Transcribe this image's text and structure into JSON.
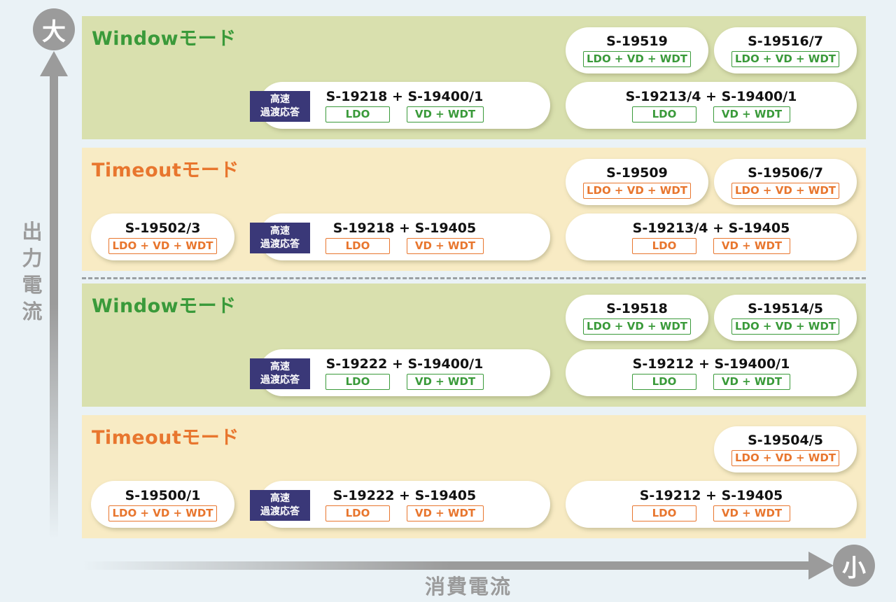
{
  "axes": {
    "y_label": "出力電流",
    "y_high": "大",
    "x_label": "消費電流",
    "x_low": "小"
  },
  "badge": {
    "line1": "高速",
    "line2": "過渡応答"
  },
  "panels": [
    {
      "mode": "Windowモード",
      "type": "window",
      "cards": [
        {
          "title": "S-19519",
          "tags": [
            "LDO + VD + WDT"
          ]
        },
        {
          "title": "S-19516/7",
          "tags": [
            "LDO + VD + WDT"
          ]
        },
        {
          "title": "S-19218 + S-19400/1",
          "tags": [
            "LDO",
            "VD + WDT"
          ],
          "badge": true
        },
        {
          "title": "S-19213/4 + S-19400/1",
          "tags": [
            "LDO",
            "VD + WDT"
          ]
        }
      ]
    },
    {
      "mode": "Timeoutモード",
      "type": "timeout",
      "cards": [
        {
          "title": "S-19509",
          "tags": [
            "LDO + VD + WDT"
          ]
        },
        {
          "title": "S-19506/7",
          "tags": [
            "LDO + VD + WDT"
          ]
        },
        {
          "title": "S-19502/3",
          "tags": [
            "LDO + VD + WDT"
          ]
        },
        {
          "title": "S-19218 + S-19405",
          "tags": [
            "LDO",
            "VD + WDT"
          ],
          "badge": true
        },
        {
          "title": "S-19213/4 + S-19405",
          "tags": [
            "LDO",
            "VD + WDT"
          ]
        }
      ]
    },
    {
      "mode": "Windowモード",
      "type": "window",
      "cards": [
        {
          "title": "S-19518",
          "tags": [
            "LDO + VD + WDT"
          ]
        },
        {
          "title": "S-19514/5",
          "tags": [
            "LDO + VD + WDT"
          ]
        },
        {
          "title": "S-19222 + S-19400/1",
          "tags": [
            "LDO",
            "VD + WDT"
          ],
          "badge": true
        },
        {
          "title": "S-19212 + S-19400/1",
          "tags": [
            "LDO",
            "VD + WDT"
          ]
        }
      ]
    },
    {
      "mode": "Timeoutモード",
      "type": "timeout",
      "cards": [
        {
          "title": "S-19504/5",
          "tags": [
            "LDO + VD + WDT"
          ]
        },
        {
          "title": "S-19500/1",
          "tags": [
            "LDO + VD + WDT"
          ]
        },
        {
          "title": "S-19222 + S-19405",
          "tags": [
            "LDO",
            "VD + WDT"
          ],
          "badge": true
        },
        {
          "title": "S-19212 + S-19405",
          "tags": [
            "LDO",
            "VD + WDT"
          ]
        }
      ]
    }
  ]
}
